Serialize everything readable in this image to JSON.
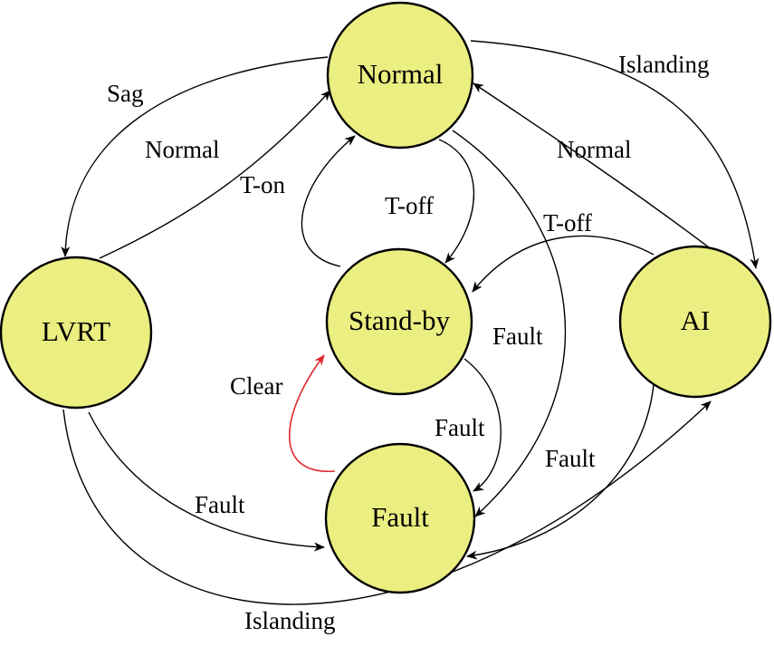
{
  "states": {
    "normal": "Normal",
    "standby": "Stand-by",
    "fault": "Fault",
    "lvrt": "LVRT",
    "ai": "AI"
  },
  "transitions": {
    "sag": "Sag",
    "lvrt_to_normal": "Normal",
    "t_on": "T-on",
    "t_off_normal": "T-off",
    "islanding_normal_ai": "Islanding",
    "ai_to_normal": "Normal",
    "t_off_ai": "T-off",
    "fault_normal": "Fault",
    "fault_standby": "Fault",
    "clear": "Clear",
    "fault_ai": "Fault",
    "fault_lvrt": "Fault",
    "islanding_lvrt_ai": "Islanding"
  },
  "colors": {
    "state_fill": "#ebee80",
    "clear_edge": "#e0282a"
  }
}
